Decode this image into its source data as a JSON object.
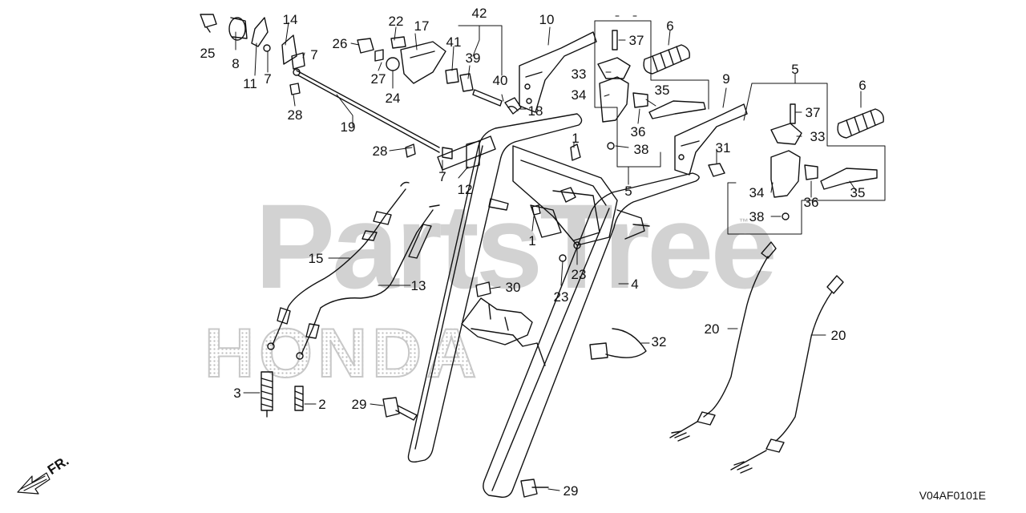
{
  "diagram": {
    "watermark": {
      "brand": "PartsTree",
      "tm": "™",
      "maker": "HONDA"
    },
    "figure_code": "V04AF0101E",
    "direction_label": "FR.",
    "callouts": [
      {
        "id": "c25",
        "text": "25"
      },
      {
        "id": "c8",
        "text": "8"
      },
      {
        "id": "c11",
        "text": "11"
      },
      {
        "id": "c7a",
        "text": "7"
      },
      {
        "id": "c14",
        "text": "14"
      },
      {
        "id": "c7b",
        "text": "7"
      },
      {
        "id": "c28a",
        "text": "28"
      },
      {
        "id": "c19",
        "text": "19"
      },
      {
        "id": "c26",
        "text": "26"
      },
      {
        "id": "c22",
        "text": "22"
      },
      {
        "id": "c17",
        "text": "17"
      },
      {
        "id": "c27",
        "text": "27"
      },
      {
        "id": "c24",
        "text": "24"
      },
      {
        "id": "c42",
        "text": "42"
      },
      {
        "id": "c41",
        "text": "41"
      },
      {
        "id": "c39",
        "text": "39"
      },
      {
        "id": "c40",
        "text": "40"
      },
      {
        "id": "c18",
        "text": "18"
      },
      {
        "id": "c10",
        "text": "10"
      },
      {
        "id": "c37a",
        "text": "37"
      },
      {
        "id": "c6a",
        "text": "6"
      },
      {
        "id": "c33a",
        "text": "33"
      },
      {
        "id": "c34a",
        "text": "34"
      },
      {
        "id": "c35a",
        "text": "35"
      },
      {
        "id": "c36a",
        "text": "36"
      },
      {
        "id": "c38a",
        "text": "38"
      },
      {
        "id": "c5a",
        "text": "5"
      },
      {
        "id": "c9",
        "text": "9"
      },
      {
        "id": "c31",
        "text": "31"
      },
      {
        "id": "c5b",
        "text": "5"
      },
      {
        "id": "c6b",
        "text": "6"
      },
      {
        "id": "c37b",
        "text": "37"
      },
      {
        "id": "c33b",
        "text": "33"
      },
      {
        "id": "c34b",
        "text": "34"
      },
      {
        "id": "c36b",
        "text": "36"
      },
      {
        "id": "c35b",
        "text": "35"
      },
      {
        "id": "c38b",
        "text": "38"
      },
      {
        "id": "c28b",
        "text": "28"
      },
      {
        "id": "c7c",
        "text": "7"
      },
      {
        "id": "c12",
        "text": "12"
      },
      {
        "id": "c1a",
        "text": "1"
      },
      {
        "id": "c1b",
        "text": "1"
      },
      {
        "id": "c23a",
        "text": "23"
      },
      {
        "id": "c23b",
        "text": "23"
      },
      {
        "id": "c15",
        "text": "15"
      },
      {
        "id": "c13",
        "text": "13"
      },
      {
        "id": "c30",
        "text": "30"
      },
      {
        "id": "c4",
        "text": "4"
      },
      {
        "id": "c32",
        "text": "32"
      },
      {
        "id": "c20a",
        "text": "20"
      },
      {
        "id": "c20b",
        "text": "20"
      },
      {
        "id": "c3",
        "text": "3"
      },
      {
        "id": "c2",
        "text": "2"
      },
      {
        "id": "c29a",
        "text": "29"
      },
      {
        "id": "c29b",
        "text": "29"
      }
    ]
  }
}
